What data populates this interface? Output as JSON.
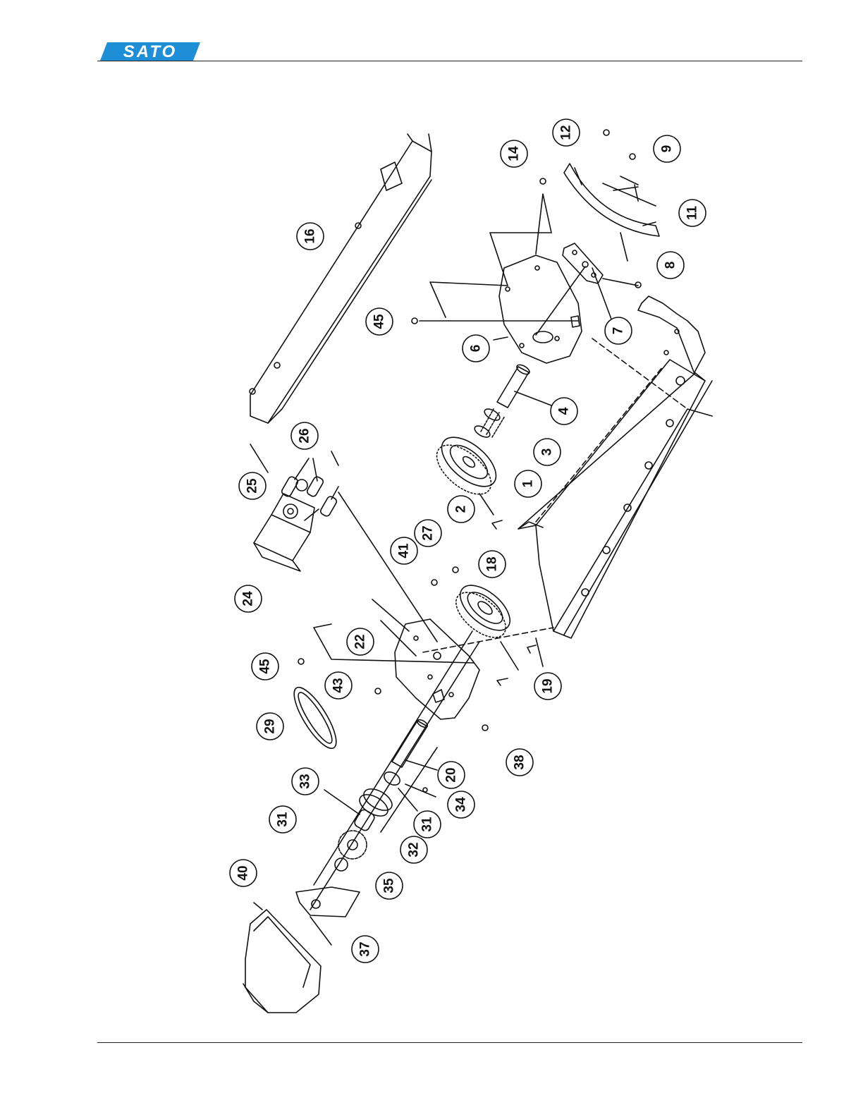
{
  "header": {
    "brand": "SATO",
    "brand_color": "#1e8fd6"
  },
  "diagram": {
    "callouts": [
      {
        "id": "c1",
        "label": "1"
      },
      {
        "id": "c2",
        "label": "2"
      },
      {
        "id": "c3",
        "label": "3"
      },
      {
        "id": "c4",
        "label": "4"
      },
      {
        "id": "c6",
        "label": "6"
      },
      {
        "id": "c7",
        "label": "7"
      },
      {
        "id": "c8",
        "label": "8"
      },
      {
        "id": "c9",
        "label": "9"
      },
      {
        "id": "c11",
        "label": "11"
      },
      {
        "id": "c12",
        "label": "12"
      },
      {
        "id": "c14",
        "label": "14"
      },
      {
        "id": "c16",
        "label": "16"
      },
      {
        "id": "c18",
        "label": "18"
      },
      {
        "id": "c19",
        "label": "19"
      },
      {
        "id": "c20",
        "label": "20"
      },
      {
        "id": "c22",
        "label": "22"
      },
      {
        "id": "c24",
        "label": "24"
      },
      {
        "id": "c25",
        "label": "25"
      },
      {
        "id": "c26",
        "label": "26"
      },
      {
        "id": "c27",
        "label": "27"
      },
      {
        "id": "c29",
        "label": "29"
      },
      {
        "id": "c31a",
        "label": "31"
      },
      {
        "id": "c31b",
        "label": "31"
      },
      {
        "id": "c32",
        "label": "32"
      },
      {
        "id": "c33",
        "label": "33"
      },
      {
        "id": "c34",
        "label": "34"
      },
      {
        "id": "c35",
        "label": "35"
      },
      {
        "id": "c37",
        "label": "37"
      },
      {
        "id": "c38",
        "label": "38"
      },
      {
        "id": "c40",
        "label": "40"
      },
      {
        "id": "c41",
        "label": "41"
      },
      {
        "id": "c43",
        "label": "43"
      },
      {
        "id": "c45a",
        "label": "45"
      },
      {
        "id": "c45b",
        "label": "45"
      }
    ]
  }
}
